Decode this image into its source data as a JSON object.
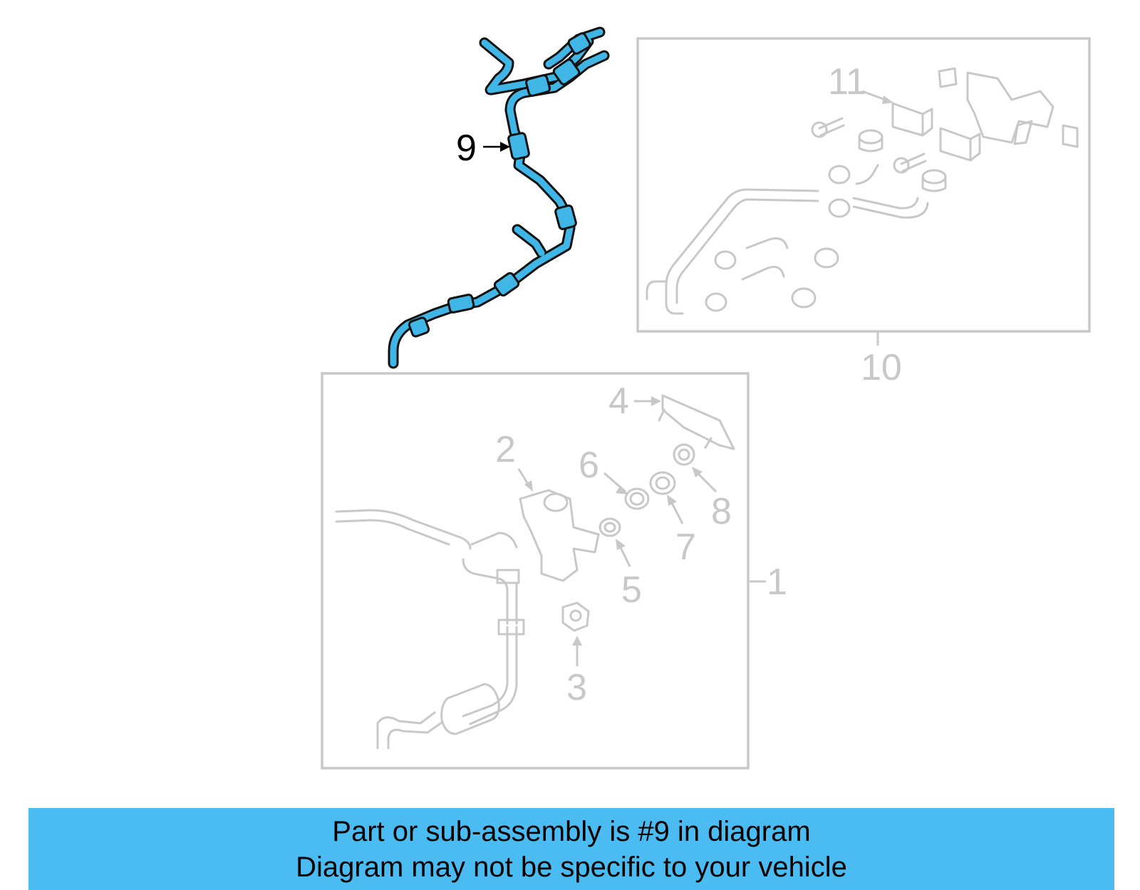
{
  "callouts": {
    "c1": "1",
    "c2": "2",
    "c3": "3",
    "c4": "4",
    "c5": "5",
    "c6": "6",
    "c7": "7",
    "c8": "8",
    "c9": "9",
    "c10": "10",
    "c11": "11"
  },
  "caption": {
    "line1": "Part or sub-assembly is #9 in diagram",
    "line2": "Diagram may not be specific to your vehicle"
  },
  "colors": {
    "highlight": "#3fb6e6",
    "caption_bar": "#4bbcf2",
    "ghost": "#c8c8c8"
  }
}
